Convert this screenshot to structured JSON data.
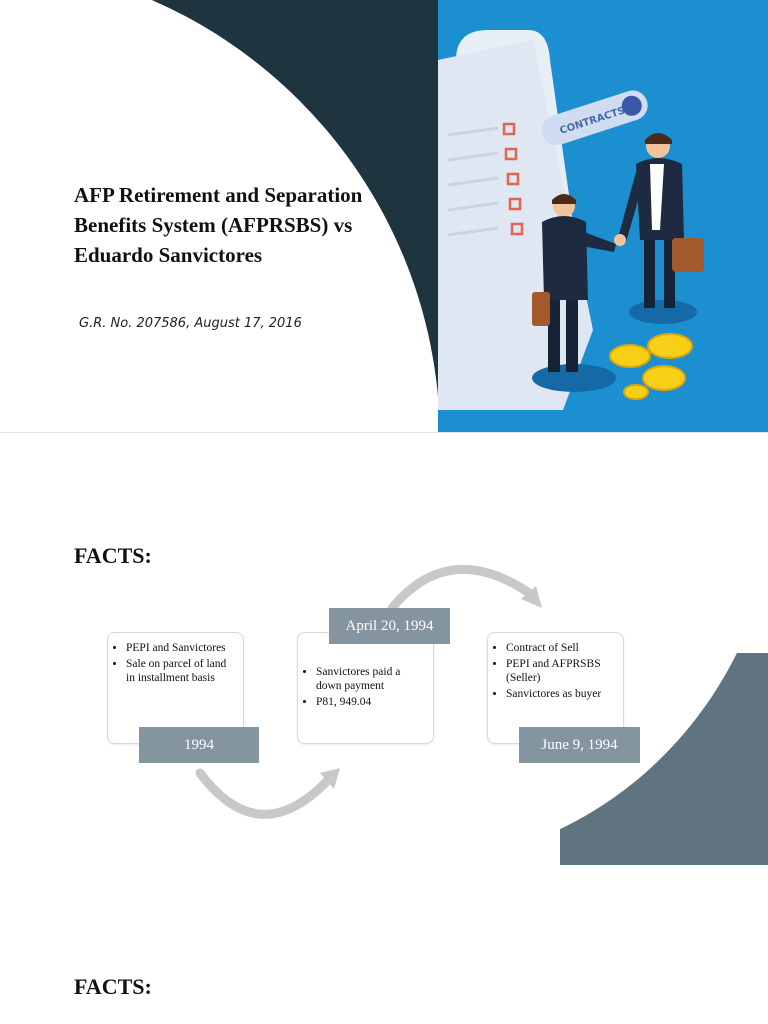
{
  "slide1": {
    "title": "AFP Retirement and Separation Benefits System (AFPRSBS) vs Eduardo Sanvictores",
    "subtitle": "G.R. No. 207586, August 17, 2016",
    "contracts_label": "CONTRACTS",
    "colors": {
      "dark": "#1e3540",
      "illustration_bg": "#1b8fd0"
    }
  },
  "slide2": {
    "heading": "FACTS:",
    "timeline": [
      {
        "date": "1994",
        "bullets": [
          "PEPI and Sanvictores",
          "Sale on parcel of land in installment basis"
        ]
      },
      {
        "date": "April 20, 1994",
        "bullets": [
          "Sanvictores paid a down payment",
          "P81, 949.04"
        ]
      },
      {
        "date": "June 9, 1994",
        "bullets": [
          "Contract of Sell",
          "PEPI and AFPRSBS (Seller)",
          "Sanvictores as buyer"
        ]
      }
    ],
    "colors": {
      "tag": "#8595a0",
      "arrow": "#c8c8c8",
      "corner": "#5f7480"
    }
  },
  "slide3": {
    "heading": "FACTS:"
  }
}
